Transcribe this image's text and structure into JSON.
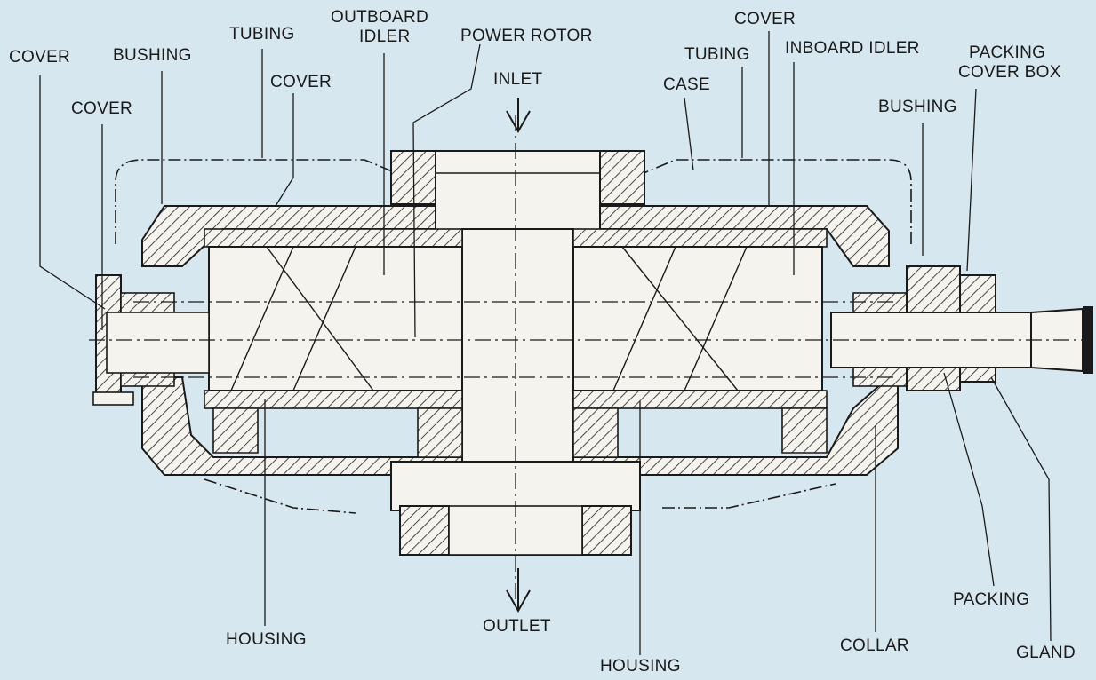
{
  "labels": {
    "cover_left_outer": "COVER",
    "cover_left_inner": "COVER",
    "bushing_left": "BUSHING",
    "tubing_left": "TUBING",
    "cover_left_top": "COVER",
    "outboard_idler_1": "OUTBOARD",
    "outboard_idler_2": "IDLER",
    "power_rotor": "POWER ROTOR",
    "inlet": "INLET",
    "cover_right_top": "COVER",
    "tubing_right": "TUBING",
    "inboard_idler": "INBOARD IDLER",
    "case": "CASE",
    "packing_cover_box_1": "PACKING",
    "packing_cover_box_2": "COVER BOX",
    "bushing_right": "BUSHING",
    "housing_left": "HOUSING",
    "outlet": "OUTLET",
    "housing_right": "HOUSING",
    "collar": "COLLAR",
    "packing": "PACKING",
    "gland": "GLAND"
  },
  "colors": {
    "background": "#d7e7ef",
    "line": "#1a1a1a",
    "part_fill": "#f4f3ee"
  }
}
